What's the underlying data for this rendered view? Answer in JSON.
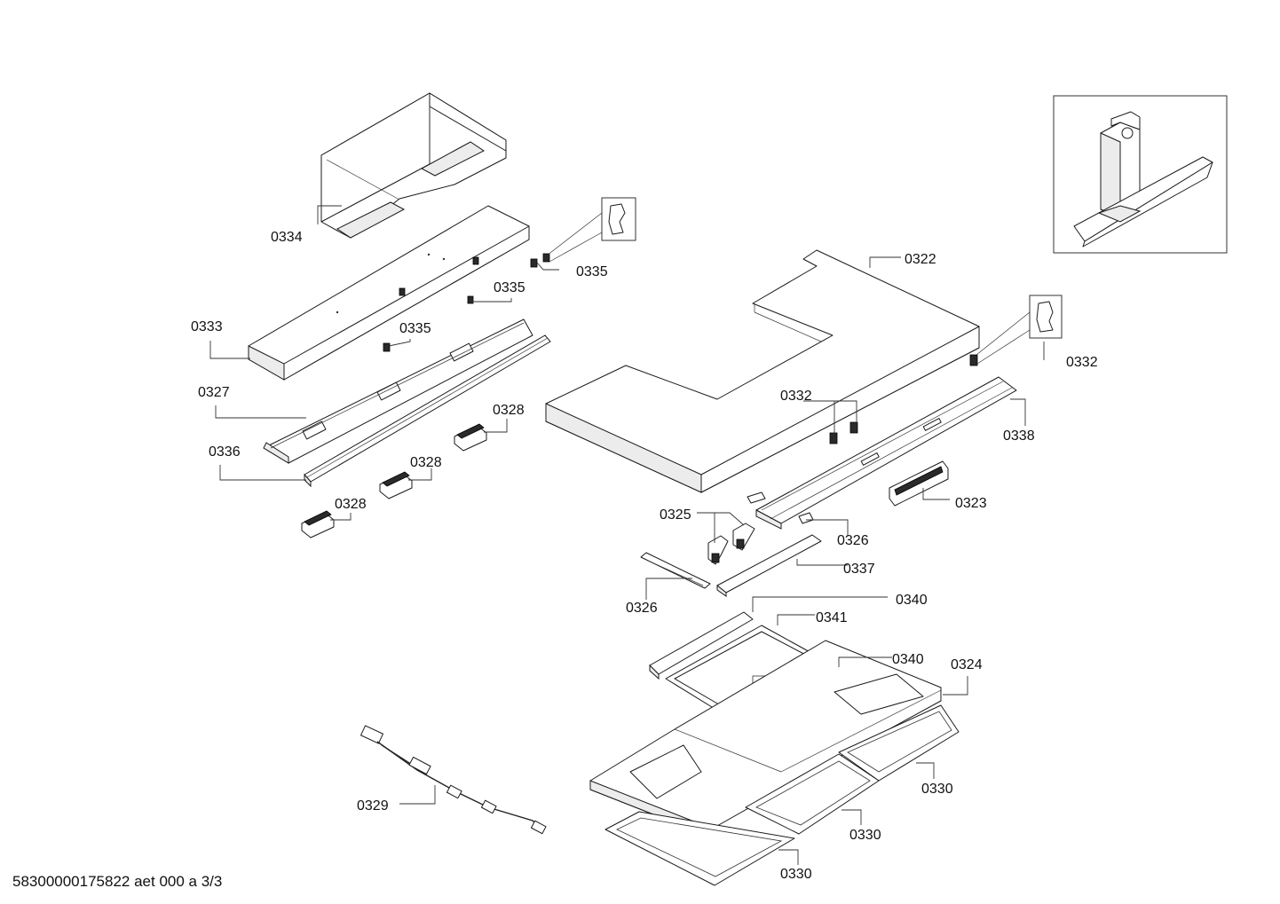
{
  "document_id": "58300000175822 aet 000 a 3/3",
  "labels": {
    "l0334": "0334",
    "l0335a": "0335",
    "l0335b": "0335",
    "l0335c": "0335",
    "l0333": "0333",
    "l0327": "0327",
    "l0336": "0336",
    "l0328a": "0328",
    "l0328b": "0328",
    "l0328c": "0328",
    "l0322": "0322",
    "l0332a": "0332",
    "l0332b": "0332",
    "l0338": "0338",
    "l0323": "0323",
    "l0325": "0325",
    "l0326a": "0326",
    "l0337": "0337",
    "l0326b": "0326",
    "l0340a": "0340",
    "l0341": "0341",
    "l0340b": "0340",
    "l0324": "0324",
    "l0329": "0329",
    "l0330a": "0330",
    "l0330b": "0330",
    "l0330c": "0330"
  }
}
